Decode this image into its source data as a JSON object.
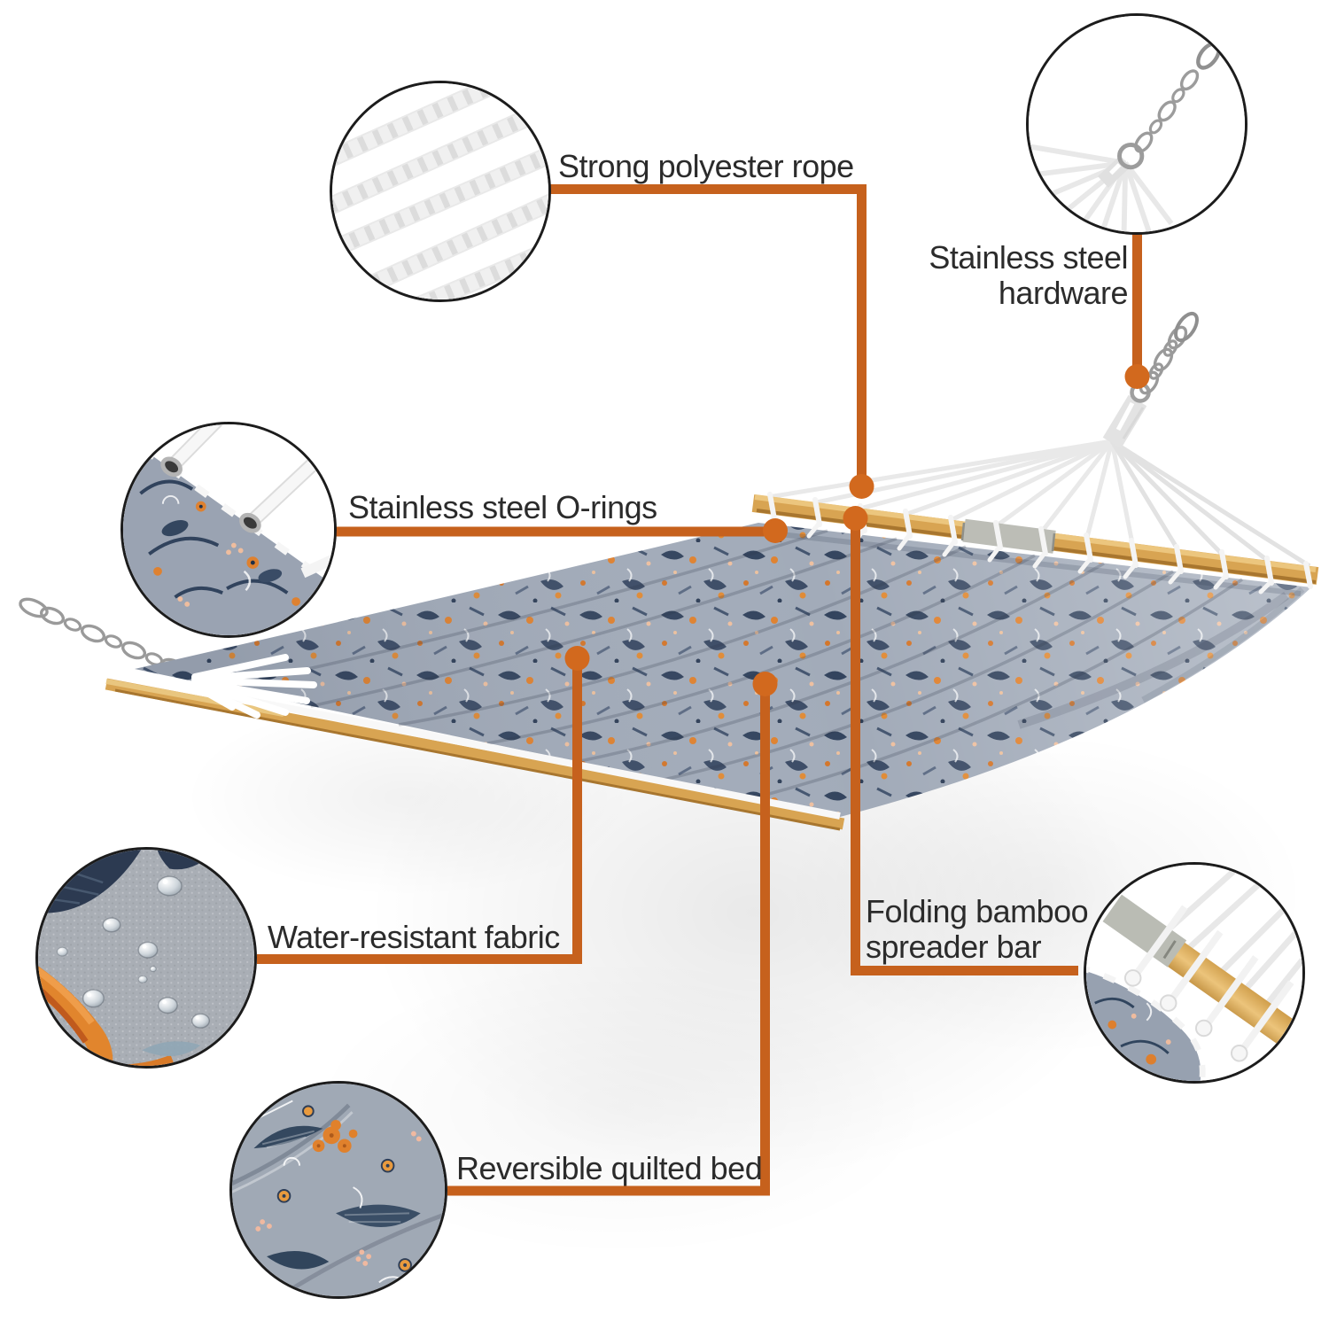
{
  "callouts": {
    "rope": {
      "label": "Strong polyester rope"
    },
    "hardware": {
      "line1": "Stainless steel",
      "line2": "hardware"
    },
    "orings": {
      "label": "Stainless steel O-rings"
    },
    "water": {
      "label": "Water-resistant fabric"
    },
    "spreader": {
      "line1": "Folding bamboo",
      "line2": "spreader bar"
    },
    "quilted": {
      "label": "Reversible quilted bed"
    }
  },
  "colors": {
    "line": "#C6611D",
    "dot": "#D2691E",
    "text": "#2B2B2B",
    "border": "#1C1C1C",
    "bamboo": "#D8A452",
    "fabric": "#A2ABB9",
    "navy": "#33445E",
    "blossom": "#DF8230"
  }
}
